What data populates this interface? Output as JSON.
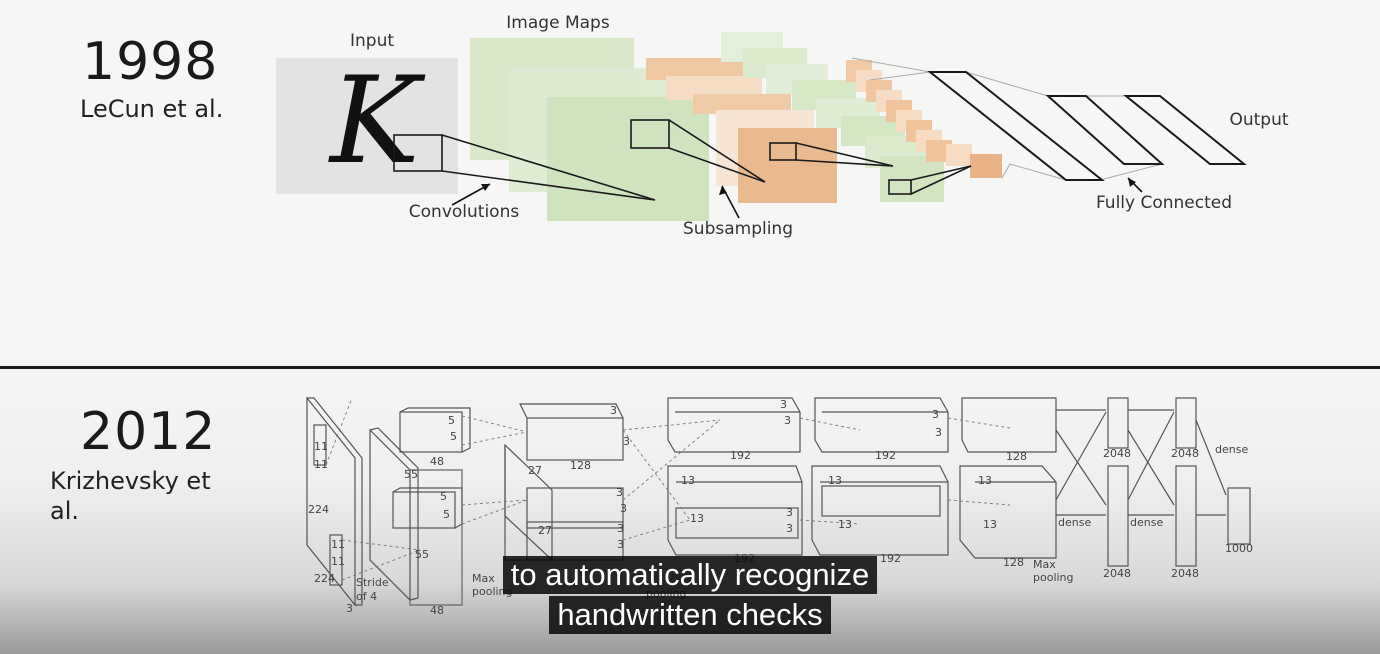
{
  "top": {
    "year": "1998",
    "author": "LeCun et al.",
    "labels": {
      "input": "Input",
      "input_glyph": "K",
      "image_maps": "Image Maps",
      "convolutions": "Convolutions",
      "subsampling": "Subsampling",
      "output": "Output",
      "fully_connected": "Fully Connected"
    }
  },
  "bottom": {
    "year": "2012",
    "author_line1": "Krizhevsky et",
    "author_line2": "al.",
    "labels": {
      "n224a": "224",
      "n224b": "224",
      "n11a": "11",
      "n11b": "11",
      "n11c": "11",
      "n11d": "11",
      "stride": "Stride",
      "of4": "of 4",
      "n3": "3",
      "n55a": "55",
      "n55b": "55",
      "n48a": "48",
      "n48b": "48",
      "n5a": "5",
      "n5b": "5",
      "n5c": "5",
      "n5d": "5",
      "n27a": "27",
      "n27b": "27",
      "n128a": "128",
      "n3a": "3",
      "n3b": "3",
      "n3c": "3",
      "n3d": "3",
      "n3e": "3",
      "n3f": "3",
      "n192a": "192",
      "n192b": "192",
      "n192c": "192",
      "n192d": "192",
      "n13a": "13",
      "n13b": "13",
      "n13c": "13",
      "n13d": "13",
      "n13e": "13",
      "n13f": "13",
      "n3g": "3",
      "n3h": "3",
      "n3i": "3",
      "n3j": "3",
      "n3k": "3",
      "n3l": "3",
      "n128b": "128",
      "n128c": "128",
      "maxpool": "Max",
      "pooling": "pooling",
      "maxpool2a": "Max",
      "pooling2a": "pooling",
      "pooling2": "pooling",
      "dense1": "dense",
      "dense2": "dense",
      "dense3": "dense",
      "n2048a": "2048",
      "n2048b": "2048",
      "n2048c": "2048",
      "n2048d": "2048",
      "n1000": "1000"
    }
  },
  "caption": {
    "line1": "to automatically recognize",
    "line2": "handwritten checks"
  }
}
